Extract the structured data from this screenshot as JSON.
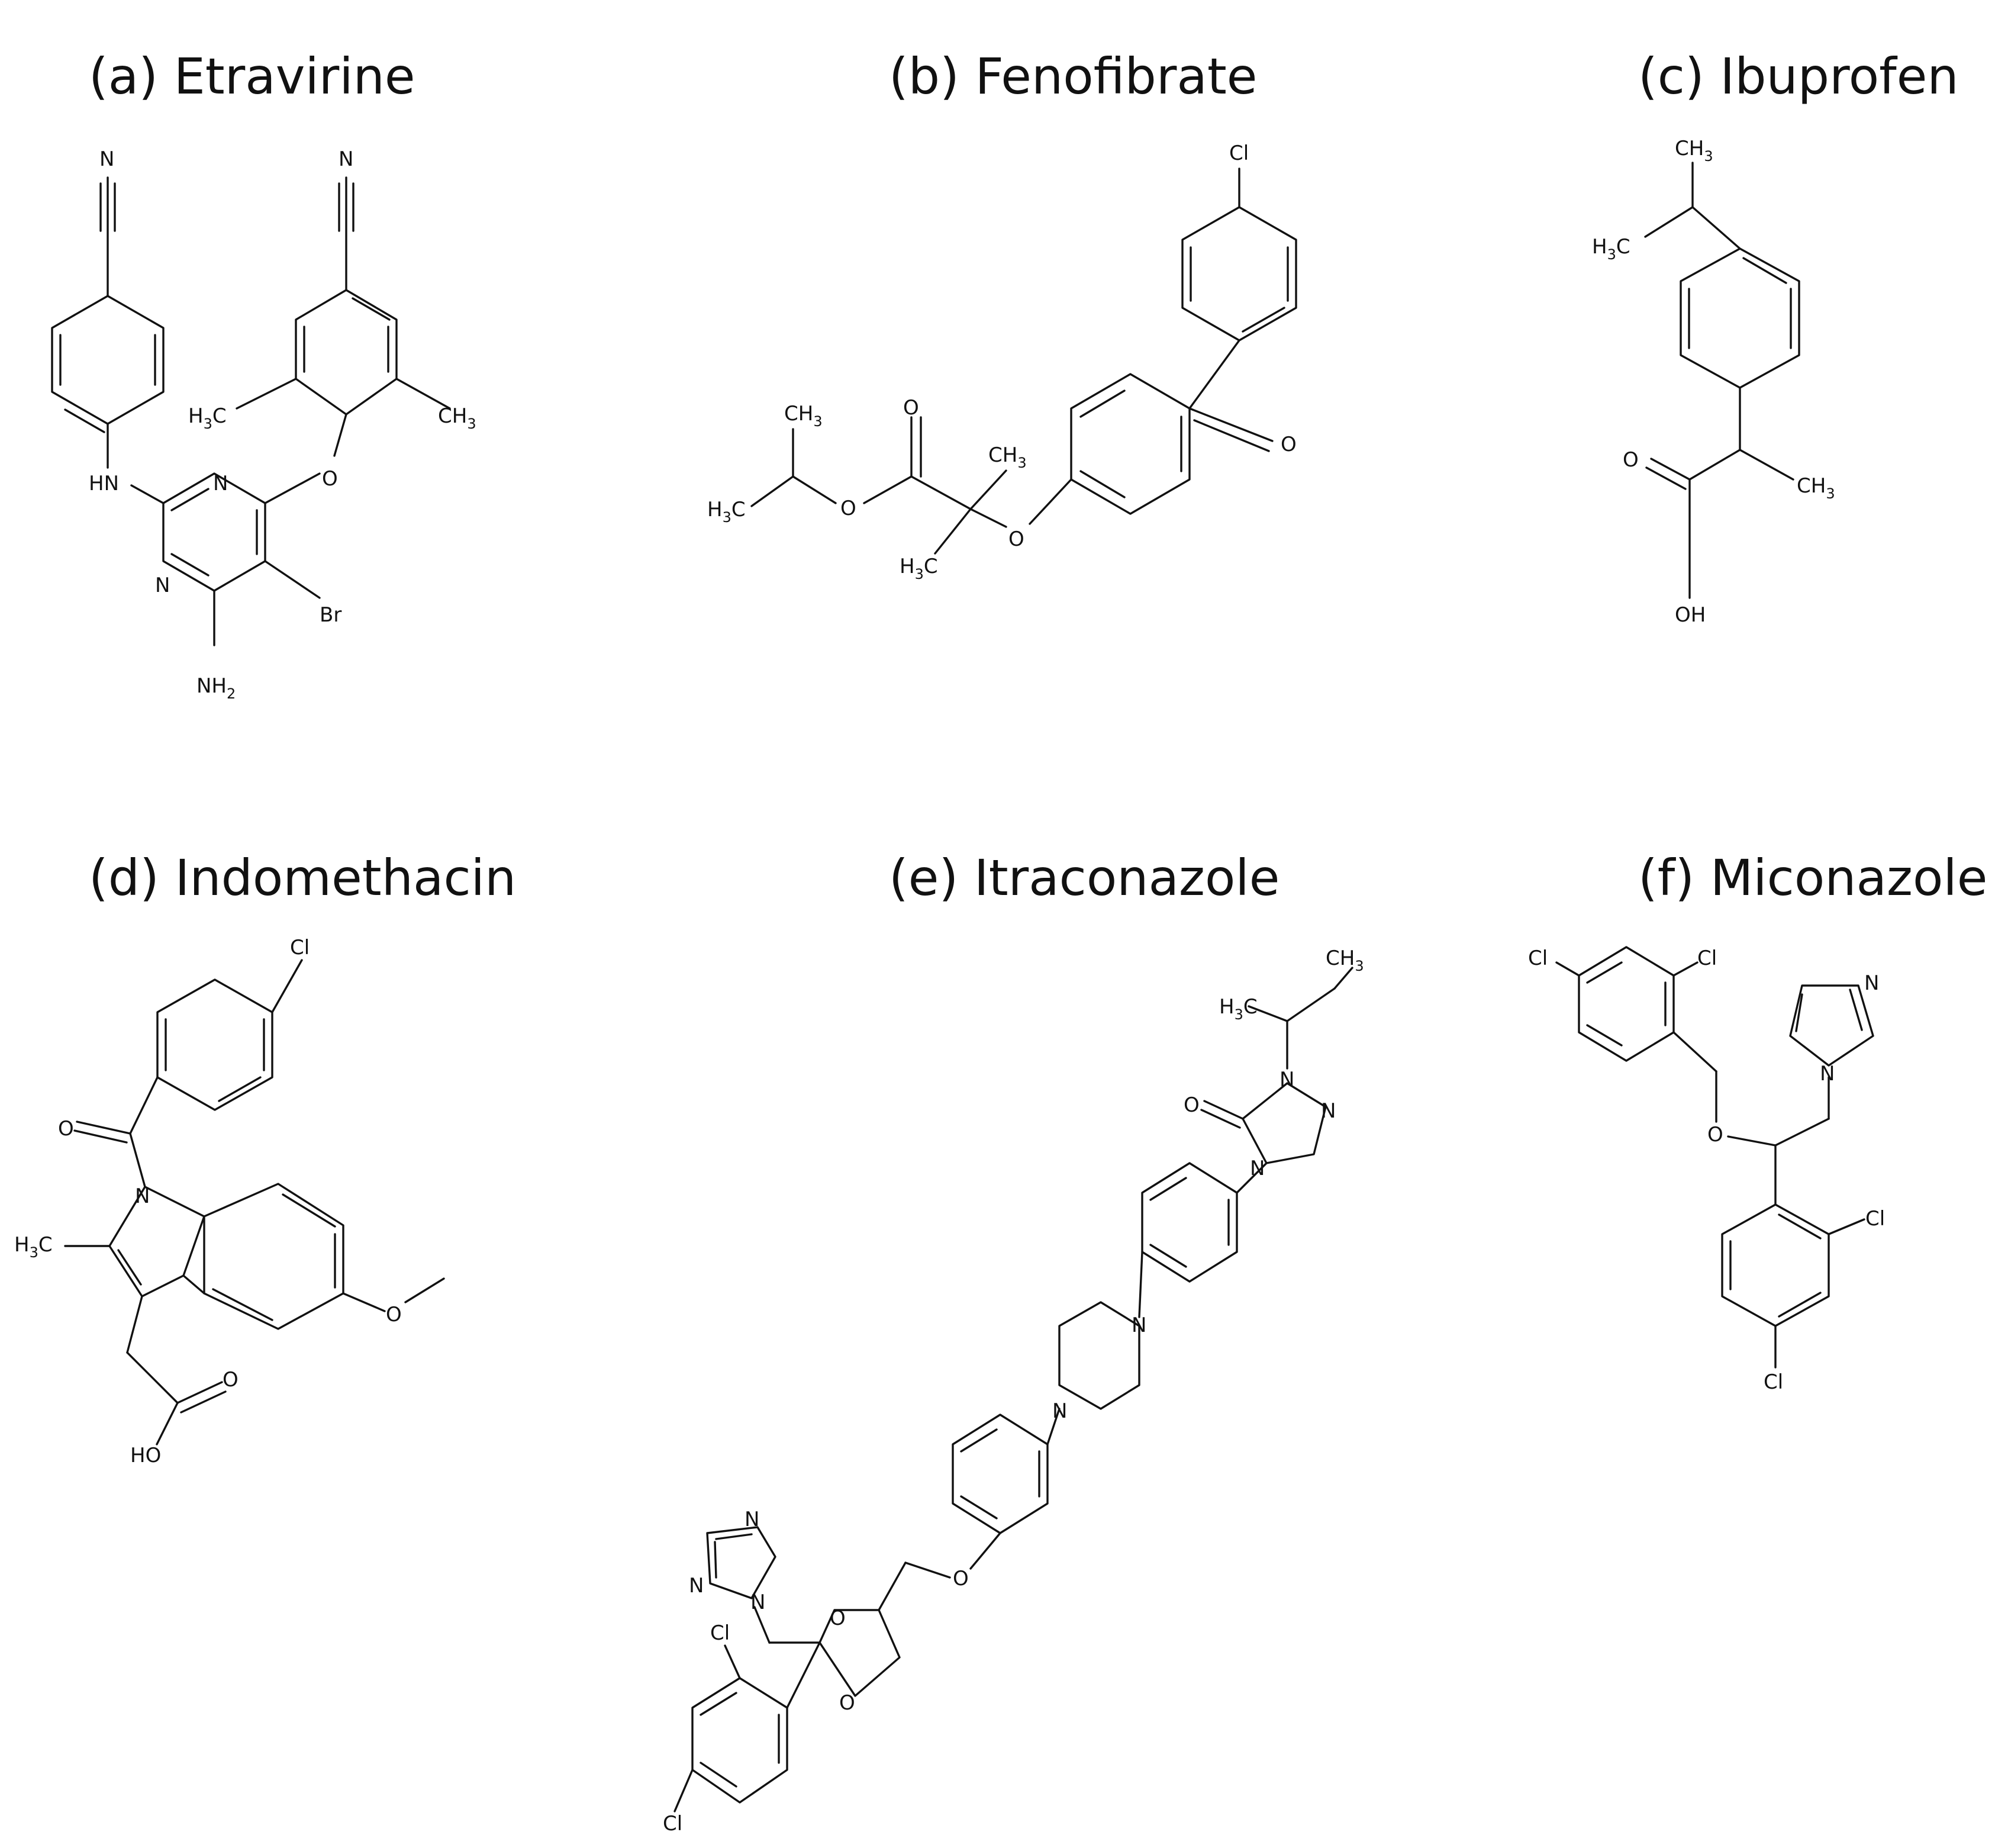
{
  "figure": {
    "panels": [
      {
        "id": "a",
        "title": "(a) Etravirine"
      },
      {
        "id": "b",
        "title": "(b) Fenofibrate"
      },
      {
        "id": "c",
        "title": "(c) Ibuprofen"
      },
      {
        "id": "d",
        "title": "(d) Indomethacin"
      },
      {
        "id": "e",
        "title": "(e) Itraconazole"
      },
      {
        "id": "f",
        "title": "(f) Miconazole"
      }
    ],
    "atom_labels": {
      "N": "N",
      "HN": "HN",
      "O": "O",
      "Cl": "Cl",
      "Br": "Br",
      "NH": "NH",
      "OH": "OH",
      "HO": "HO",
      "H": "H",
      "C": "C",
      "CH": "CH",
      "sub2": "2",
      "sub3": "3"
    }
  }
}
